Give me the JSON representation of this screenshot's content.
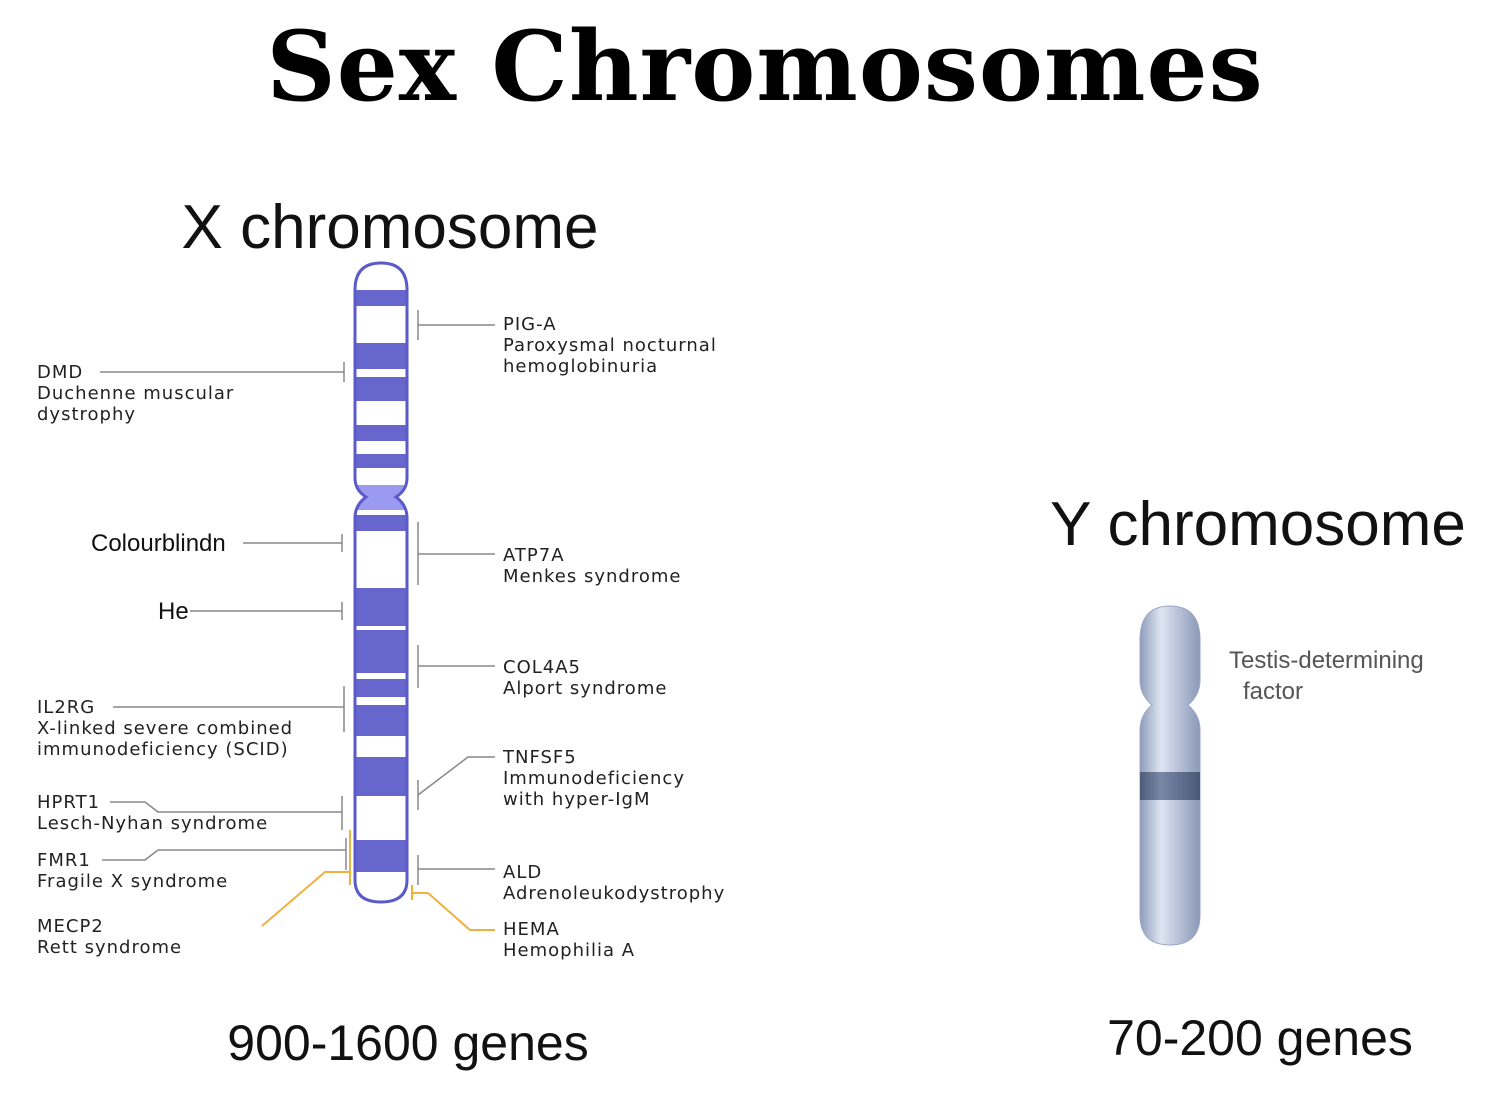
{
  "title": "Sex Chromosomes",
  "x_chromosome": {
    "heading": "X chromosome",
    "genes": "900-1600 genes",
    "left_labels": [
      {
        "gene": "DMD",
        "disease": [
          "Duchenne muscular",
          "dystrophy"
        ]
      },
      {
        "gene": "Colourblindn",
        "disease": []
      },
      {
        "gene": "He",
        "disease": []
      },
      {
        "gene": "IL2RG",
        "disease": [
          "X-linked severe combined",
          "immunodeficiency (SCID)"
        ]
      },
      {
        "gene": "HPRT1",
        "disease": [
          "Lesch-Nyhan syndrome"
        ]
      },
      {
        "gene": "FMR1",
        "disease": [
          "Fragile X syndrome"
        ]
      },
      {
        "gene": "MECP2",
        "disease": [
          "Rett syndrome"
        ]
      }
    ],
    "right_labels": [
      {
        "gene": "PIG-A",
        "disease": [
          "Paroxysmal nocturnal",
          "hemoglobinuria"
        ]
      },
      {
        "gene": "ATP7A",
        "disease": [
          "Menkes syndrome"
        ]
      },
      {
        "gene": "COL4A5",
        "disease": [
          "Alport syndrome"
        ]
      },
      {
        "gene": "TNFSF5",
        "disease": [
          "Immunodeficiency",
          "with hyper-IgM"
        ]
      },
      {
        "gene": "ALD",
        "disease": [
          "Adrenoleukodystrophy"
        ]
      },
      {
        "gene": "HEMA",
        "disease": [
          "Hemophilia A"
        ]
      }
    ],
    "band_color": "#6666cc",
    "outline_color": "#5a5ac8"
  },
  "y_chromosome": {
    "heading": "Y chromosome",
    "genes": "70-200 genes",
    "annotation": [
      "Testis-determining",
      "factor"
    ],
    "body_color": "#b4c0dc",
    "band_color": "#6a7a9c"
  }
}
